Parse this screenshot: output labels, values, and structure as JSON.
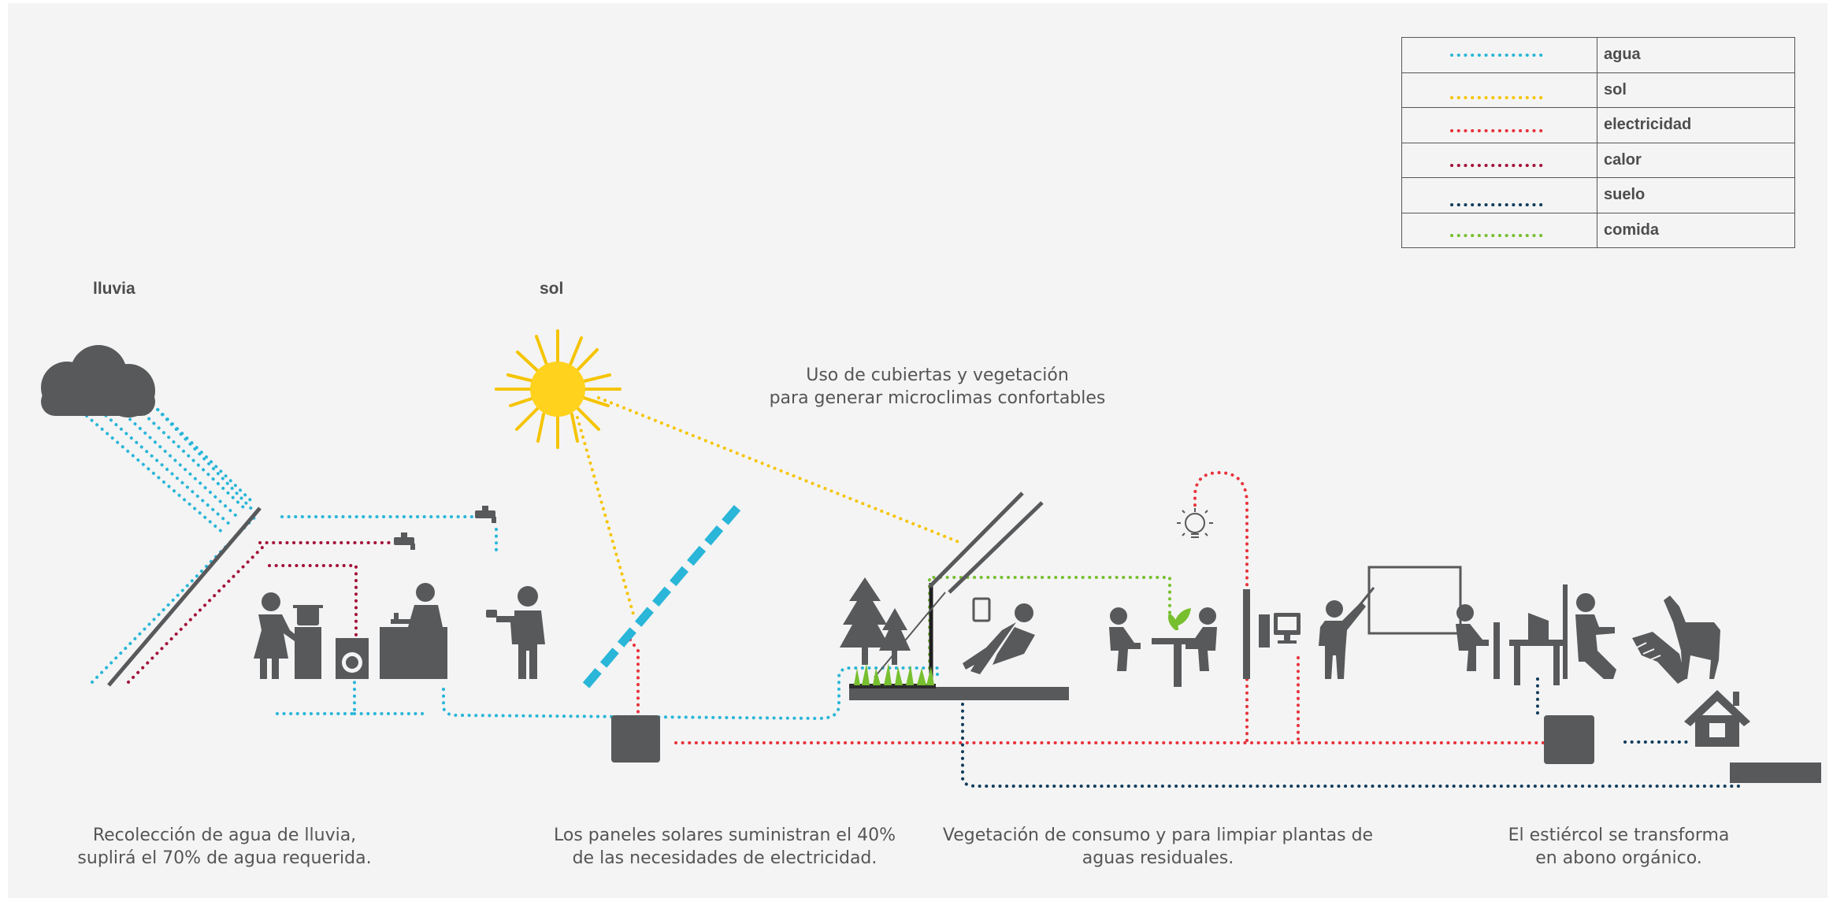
{
  "labels": {
    "rain": "lluvia",
    "sun": "sol",
    "microclimate_line1": "Uso de cubiertas  y vegetación",
    "microclimate_line2": "para generar microclimas confortables"
  },
  "legend": [
    {
      "name": "agua",
      "color": "#29b6d8"
    },
    {
      "name": "sol",
      "color": "#f5c400"
    },
    {
      "name": "electricidad",
      "color": "#e8333c"
    },
    {
      "name": "calor",
      "color": "#a3123a"
    },
    {
      "name": "suelo",
      "color": "#123d5c"
    },
    {
      "name": "comida",
      "color": "#77bf2f"
    }
  ],
  "captions": [
    {
      "line1": "Recolección de agua de lluvia,",
      "line2": "suplirá el 70% de agua requerida."
    },
    {
      "line1": "Los paneles solares suministran el 40%",
      "line2": "de las necesidades de electricidad."
    },
    {
      "line1": "Vegetación  de consumo y  para limpiar plantas  de",
      "line2": "aguas residuales."
    },
    {
      "line1": "El estiércol se transforma",
      "line2": "en  abono orgánico."
    }
  ],
  "colors": {
    "icon": "#58595b",
    "background": "#f4f4f4"
  }
}
